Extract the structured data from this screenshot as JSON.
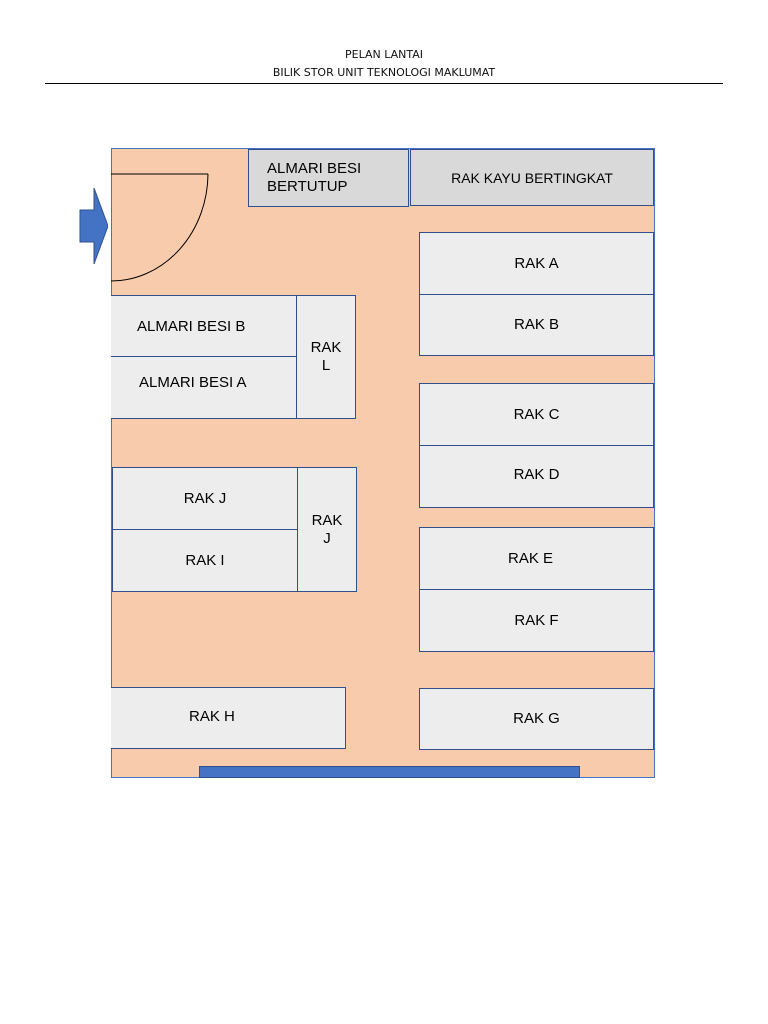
{
  "header": {
    "title_line1": "PELAN LANTAI",
    "title_line2": "BILIK STOR UNIT TEKNOLOGI MAKLUMAT"
  },
  "colors": {
    "floor": "#f8cbad",
    "furniture": "#ededed",
    "furniture_gray": "#d9d9d9",
    "outline": "#2f4f8f",
    "accent_blue": "#4472c4"
  },
  "plan": {
    "top_cabinet": "ALMARI BESI\nBERTUTUP",
    "top_wood_rack": "RAK KAYU BERTINGKAT",
    "left_upper": {
      "cabinet_b": "ALMARI BESI B",
      "cabinet_a": "ALMARI BESI A",
      "side_rack": "RAK\nL"
    },
    "left_middle": {
      "rack_j": "RAK J",
      "rack_i": "RAK I",
      "side_rack": "RAK\nJ"
    },
    "right_racks": {
      "a": "RAK A",
      "b": "RAK B",
      "c": "RAK C",
      "d": "RAK D",
      "e": "RAK E",
      "f": "RAK F",
      "g": "RAK G"
    },
    "rack_h": "RAK H",
    "entrance_icon": "arrow-right-icon",
    "door_icon": "door-swing-icon"
  }
}
